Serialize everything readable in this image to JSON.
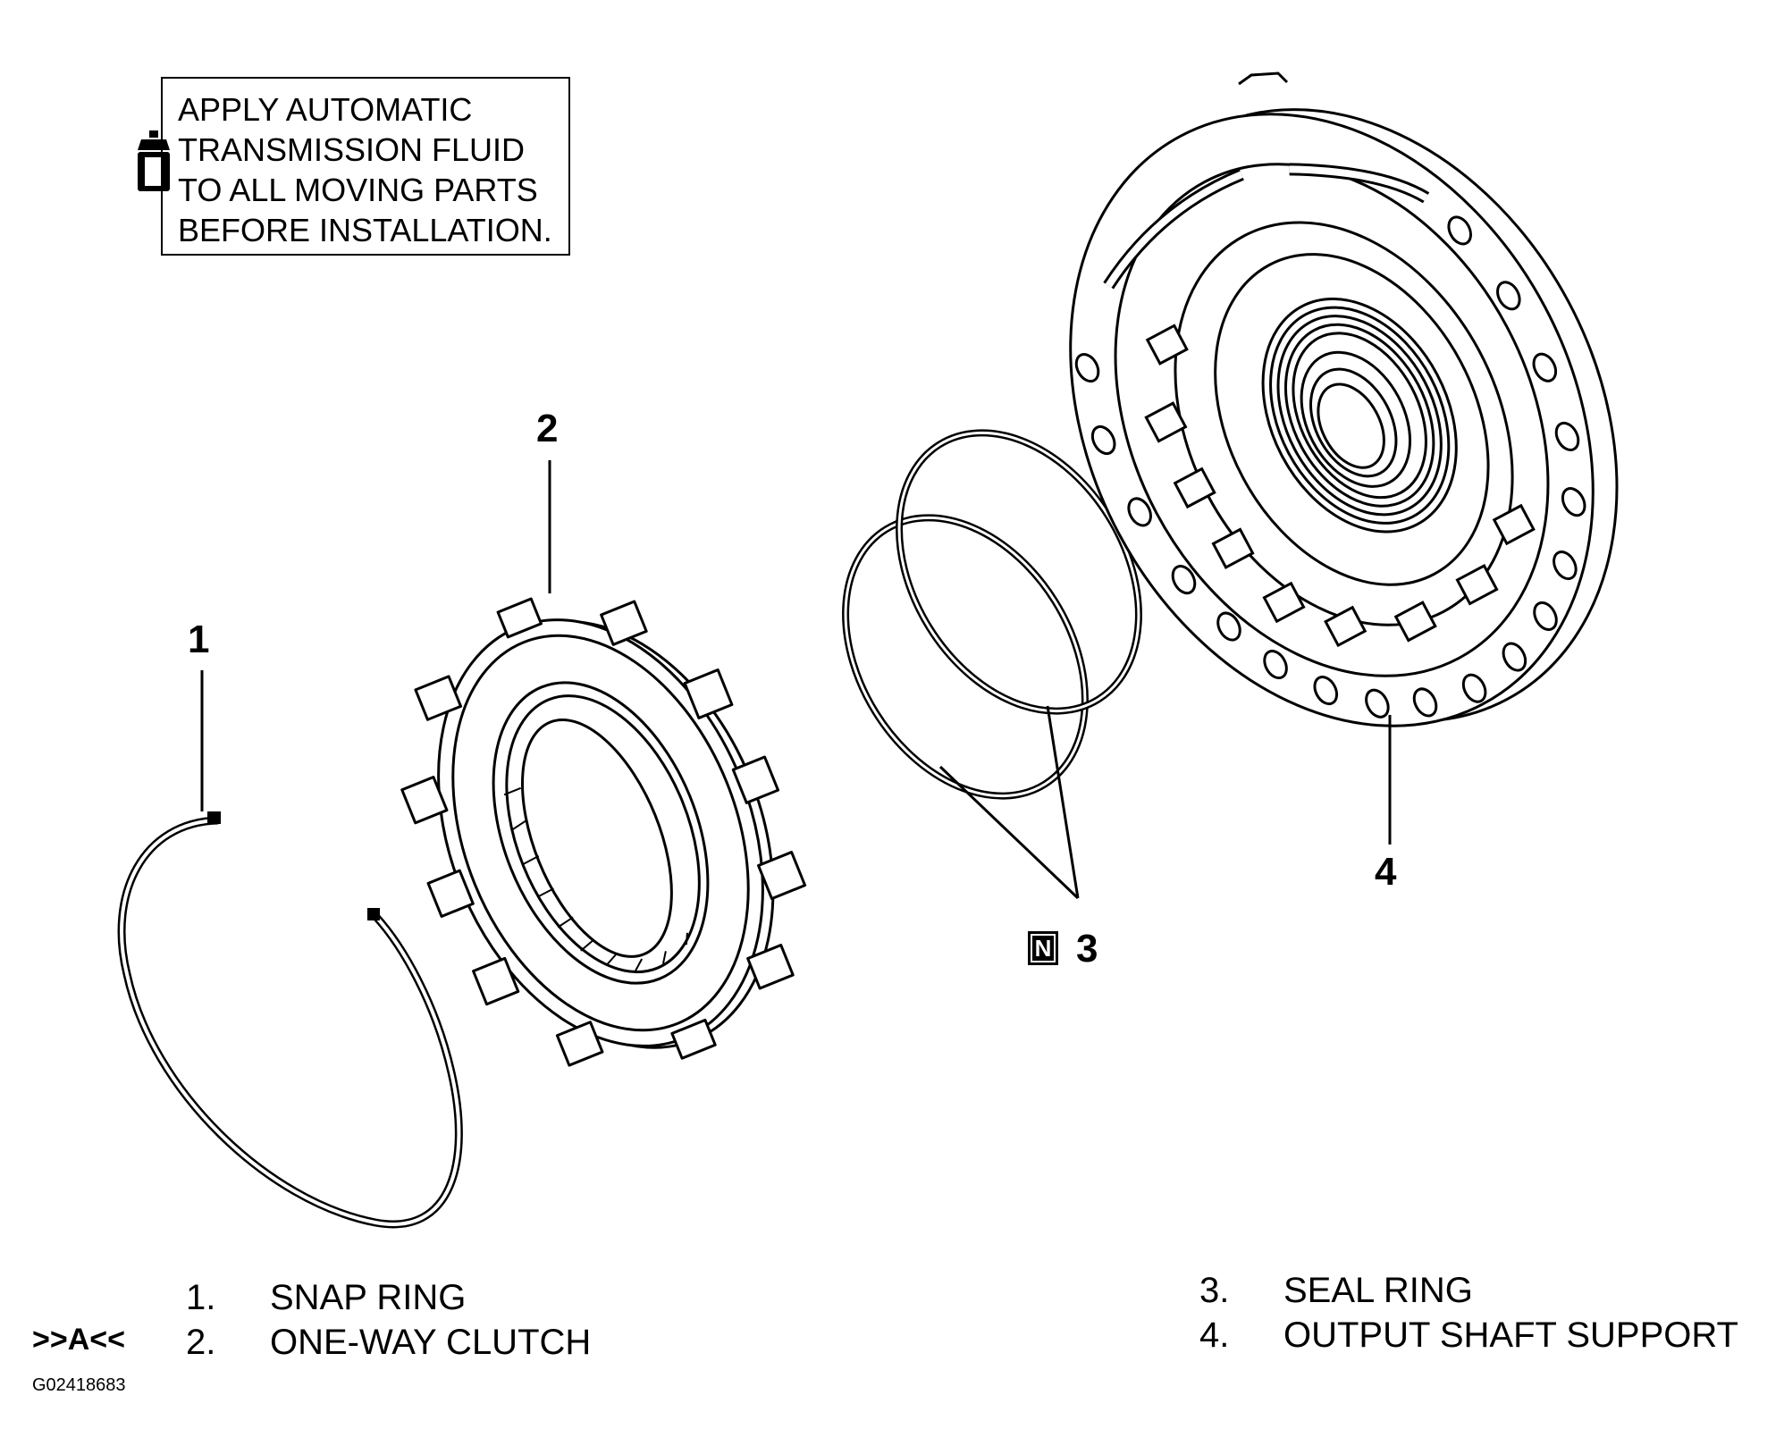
{
  "note": {
    "lines": [
      "APPLY AUTOMATIC",
      "TRANSMISSION FLUID",
      "TO ALL MOVING PARTS",
      "BEFORE INSTALLATION."
    ],
    "icon": "fluid-bottle-icon"
  },
  "callouts": {
    "c1": "1",
    "c2": "2",
    "c3": "3",
    "c4": "4",
    "n_badge": "N"
  },
  "legend": {
    "ref_mark": ">>A<<",
    "items": [
      {
        "number": "1.",
        "label": "SNAP RING"
      },
      {
        "number": "2.",
        "label": "ONE-WAY CLUTCH"
      },
      {
        "number": "3.",
        "label": "SEAL RING"
      },
      {
        "number": "4.",
        "label": "OUTPUT SHAFT SUPPORT"
      }
    ]
  },
  "image_id": "G02418683"
}
